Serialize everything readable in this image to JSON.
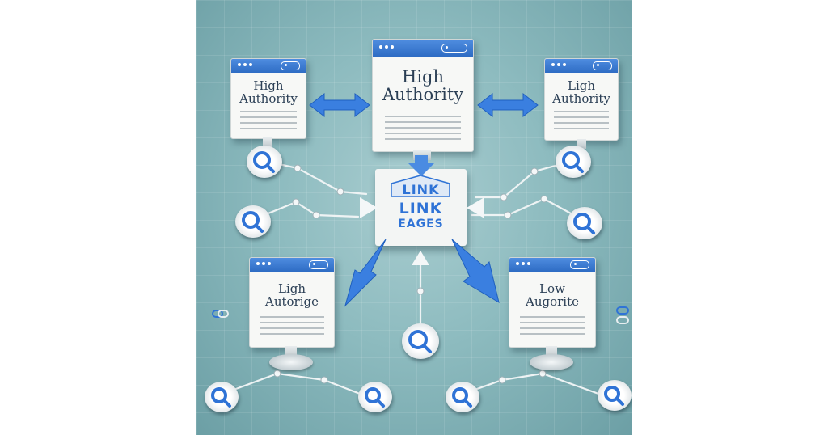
{
  "diagram": {
    "center_node": {
      "line1": "LINK",
      "line2": "LINK",
      "line3": "EAGES"
    },
    "pages": [
      {
        "id": "top-left",
        "title": "High\nAuthority"
      },
      {
        "id": "top-center",
        "title": "High\nAuthority"
      },
      {
        "id": "top-right",
        "title": "Ligh\nAuthority"
      },
      {
        "id": "bottom-left",
        "title": "Ligh\nAutorige"
      },
      {
        "id": "bottom-right",
        "title": "Low\nAugorite"
      }
    ],
    "icons": [
      "monitor-window-icon",
      "search-magnifier-icon",
      "double-arrow-icon",
      "network-link-icon"
    ],
    "colors": {
      "accent": "#2f73d6",
      "background": "#8dbbbf",
      "page": "#f7f8f6"
    }
  }
}
